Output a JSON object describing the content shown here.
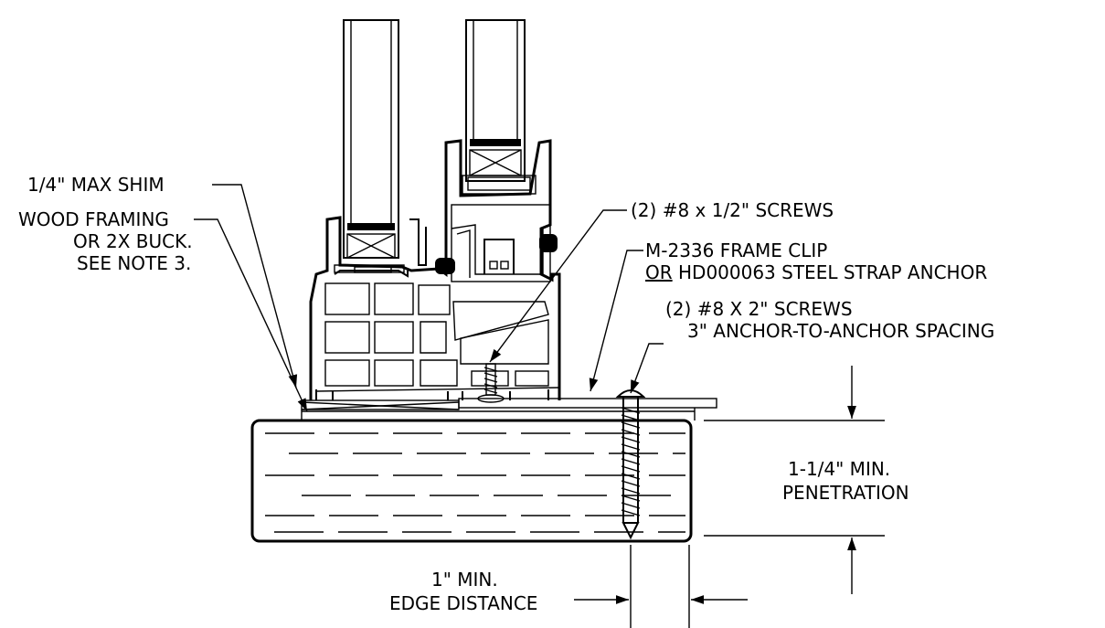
{
  "labels": {
    "shim": "1/4\" MAX SHIM",
    "framing": [
      "WOOD FRAMING",
      "OR 2X BUCK.",
      "SEE NOTE 3."
    ],
    "screws_small": "(2)  #8 x 1/2\" SCREWS",
    "clip_line1": "M-2336 FRAME CLIP",
    "clip_or": "OR",
    "clip_line2_rest": " HD000063 STEEL STRAP ANCHOR",
    "screws_long": "(2) #8 X 2\" SCREWS",
    "spacing": "3\" ANCHOR-TO-ANCHOR SPACING",
    "penetration": [
      "1-1/4\" MIN.",
      "PENETRATION"
    ],
    "edge": [
      "1\" MIN.",
      "EDGE DISTANCE"
    ]
  }
}
